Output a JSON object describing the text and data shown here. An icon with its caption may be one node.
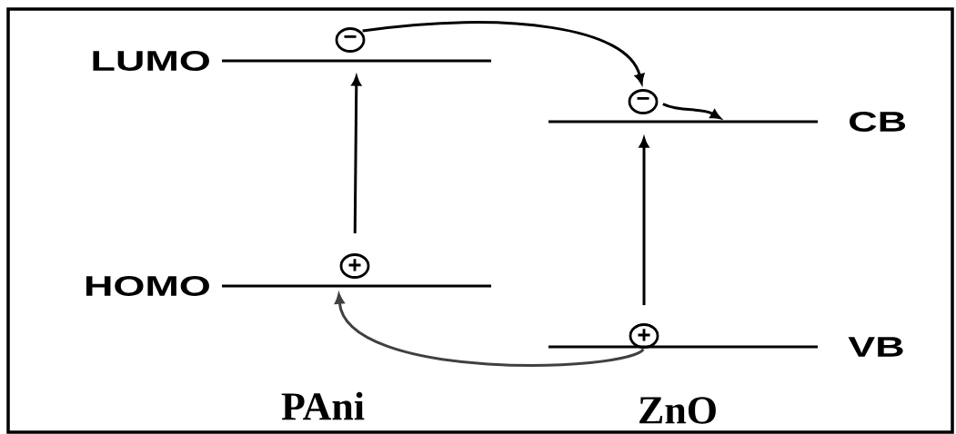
{
  "diagram": {
    "nodes": [
      {
        "text": [],
        "shape": "bar",
        "beside": [
          "LUMO"
        ]
      },
      {
        "text": [
          "−"
        ]
      },
      {
        "text": [],
        "shape": "bar",
        "beside": [
          "HOMO"
        ]
      },
      {
        "text": [
          "+"
        ]
      },
      {
        "text": [],
        "shape": "bar",
        "beside": [
          "CB"
        ]
      },
      {
        "text": [
          "−"
        ]
      },
      {
        "text": [],
        "shape": "bar",
        "beside": [
          "VB"
        ]
      },
      {
        "text": [
          "+"
        ]
      }
    ],
    "edges": [
      {
        "from": 3,
        "to": 0,
        "arrow": "to"
      },
      {
        "from": 7,
        "to": 4,
        "arrow": "to"
      },
      {
        "from": 1,
        "to": 5,
        "arrow": "to"
      },
      {
        "from": 5,
        "to": 4,
        "arrow": "to"
      },
      {
        "from": 7,
        "to": 2,
        "arrow": "to",
        "color": "#404040"
      }
    ],
    "labels": [
      "PAni",
      "ZnO"
    ]
  }
}
